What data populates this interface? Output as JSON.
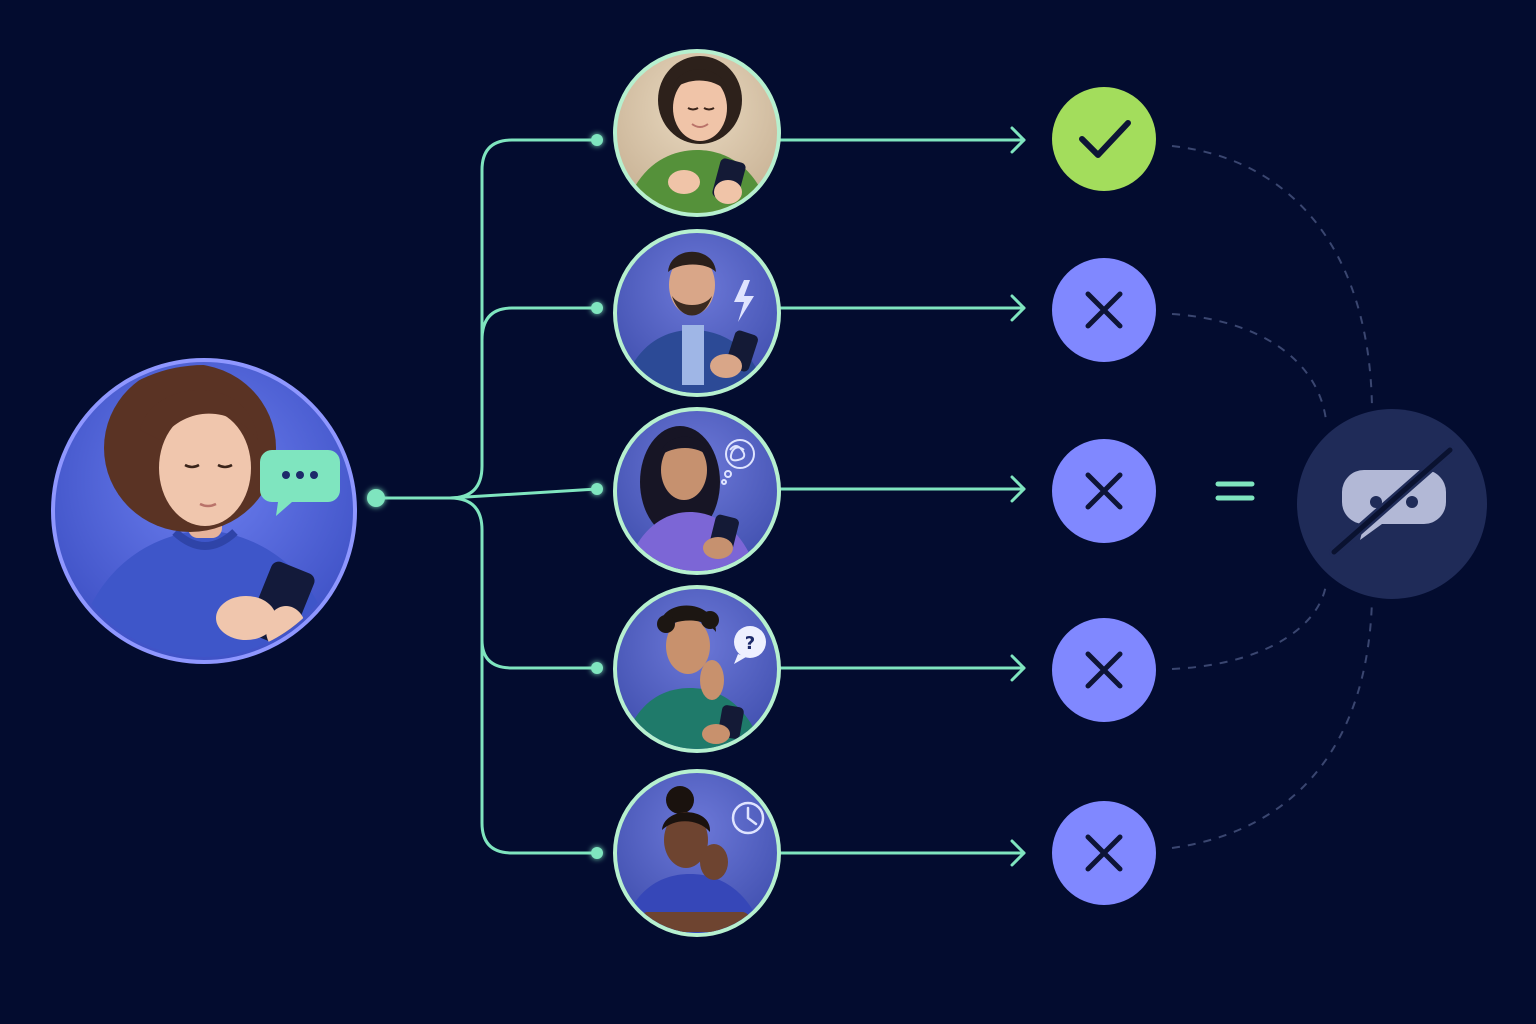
{
  "colors": {
    "background": "#030c2f",
    "connector": "#7fe5bf",
    "dashed": "#3a4670",
    "sender_ring": "#8f97ff",
    "recipient_ring": "#b6f0cf",
    "success": "#a3dd5c",
    "failure": "#8088ff",
    "mark": "#0d1436",
    "equals": "#7fe5bf",
    "result_bg": "#1f2b58",
    "result_icon": "#b2b8d6"
  },
  "sender": {
    "icon": "person-with-phone-typing-icon",
    "badge_icon": "chat-bubble-ellipsis-icon"
  },
  "recipients": [
    {
      "icon": "person-smiling-with-phone-icon",
      "emotion": "happy",
      "badge": "",
      "outcome": "success"
    },
    {
      "icon": "person-frustrated-with-phone-icon",
      "emotion": "frustrated",
      "badge": "lightning-icon",
      "outcome": "failure"
    },
    {
      "icon": "person-anxious-with-phone-icon",
      "emotion": "anxious",
      "badge": "tangled-thought-icon",
      "outcome": "failure"
    },
    {
      "icon": "person-confused-with-phone-icon",
      "emotion": "confused",
      "badge": "question-bubble-icon",
      "outcome": "failure"
    },
    {
      "icon": "person-bored-waiting-icon",
      "emotion": "bored",
      "badge": "clock-icon",
      "outcome": "failure"
    }
  ],
  "outcome_icons": {
    "success": "checkmark-icon",
    "failure": "x-mark-icon"
  },
  "equals_icon": "equals-icon",
  "result": {
    "icon": "chat-bubble-crossed-out-icon"
  }
}
